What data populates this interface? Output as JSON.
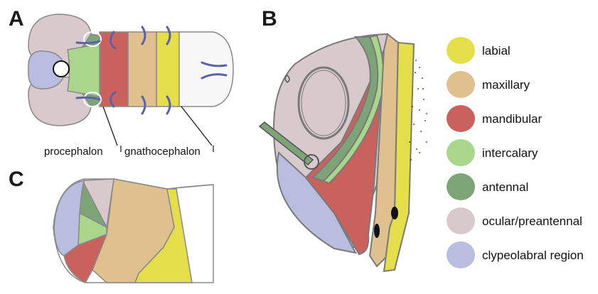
{
  "panels": {
    "a": "A",
    "b": "B",
    "c": "C"
  },
  "captions": {
    "procephalon": "procephalon",
    "gnathocephalon": "gnathocephalon"
  },
  "colors": {
    "labial": "#e3de4a",
    "maxillary": "#e0c08e",
    "mandibular": "#c9615c",
    "intercalary": "#a9d68a",
    "antennal": "#7ca477",
    "ocular": "#d8c9cc",
    "clypeolabral": "#b9bde0",
    "outline": "#8a8a8a",
    "appendage": "#5c62a8"
  },
  "legend": [
    {
      "label": "labial",
      "color": "#e3de4a"
    },
    {
      "label": "maxillary",
      "color": "#e0c08e"
    },
    {
      "label": "mandibular",
      "color": "#c9615c"
    },
    {
      "label": "intercalary",
      "color": "#a9d68a"
    },
    {
      "label": "antennal",
      "color": "#7ca477"
    },
    {
      "label": "ocular/preantennal",
      "color": "#d8c9cc"
    },
    {
      "label": "clypeolabral region",
      "color": "#b9bde0"
    }
  ]
}
